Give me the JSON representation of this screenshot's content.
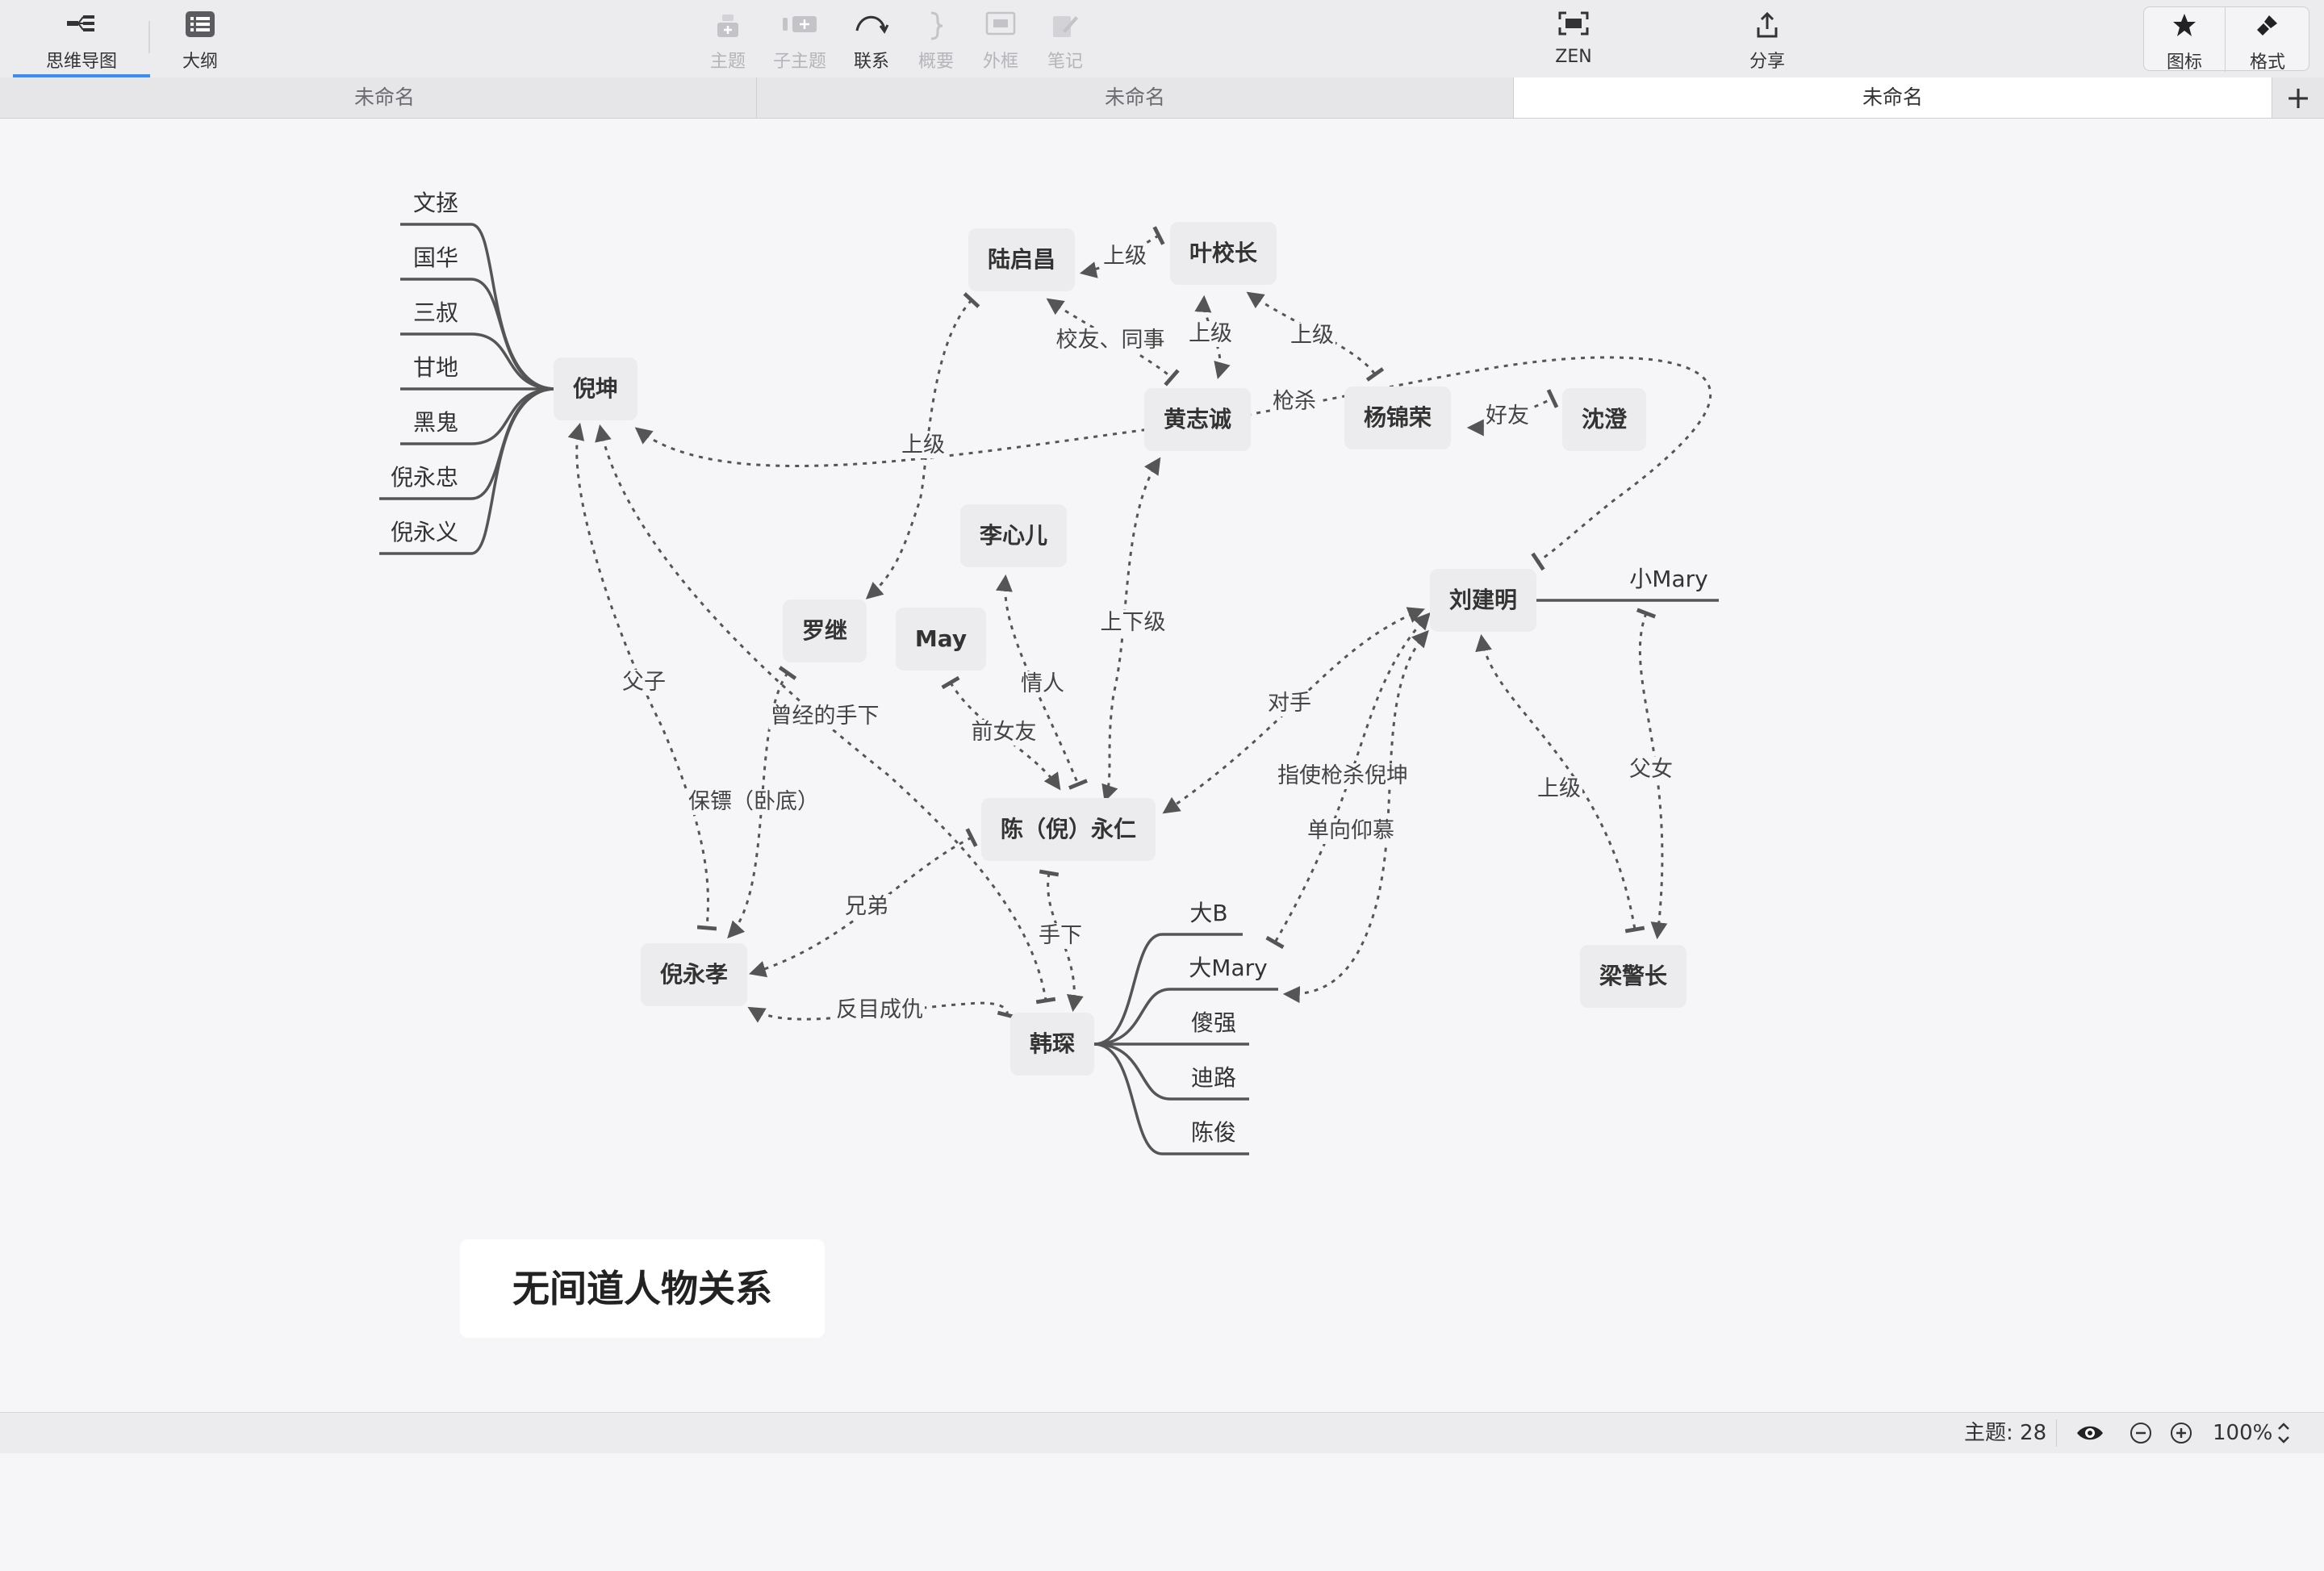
{
  "toolbar": {
    "mindmap": "思维导图",
    "outline": "大纲",
    "topic": "主题",
    "subtopic": "子主题",
    "relationship": "联系",
    "summary": "概要",
    "boundary": "外框",
    "notes": "笔记",
    "zen": "ZEN",
    "share": "分享",
    "icon": "图标",
    "format": "格式"
  },
  "tabs": [
    "未命名",
    "未命名",
    "未命名"
  ],
  "active_tab": 2,
  "add_tab": "+",
  "colors": {
    "accent": "#3d8ef0",
    "node_bg": "#ececee",
    "line": "#555555",
    "canvas_bg": "#f6f6f9"
  },
  "icons": {
    "mindmap": "mindmap-icon",
    "outline": "list-icon",
    "topic": "add-topic-icon",
    "subtopic": "add-subtopic-icon",
    "relationship": "curve-arrow-icon",
    "summary": "brace-icon",
    "boundary": "boundary-icon",
    "notes": "pencil-icon",
    "zen": "fullscreen-icon",
    "share": "share-icon",
    "icon": "star-icon",
    "format": "brush-icon"
  },
  "map": {
    "title": "无间道人物关系",
    "nodes": {
      "nikun": "倪坤",
      "luqichang": "陆启昌",
      "yexiaozhang": "叶校长",
      "huangzhicheng": "黄志诚",
      "yangjinrong": "杨锦荣",
      "shencheng": "沈澄",
      "lixiner": "李心儿",
      "luoji": "罗继",
      "may": "May",
      "liujianming": "刘建明",
      "chenyongren": "陈（倪）永仁",
      "niyongxiao": "倪永孝",
      "hanchen": "韩琛",
      "liangjingzhang": "梁警长"
    },
    "nikun_children": [
      "文拯",
      "国华",
      "三叔",
      "甘地",
      "黑鬼",
      "倪永忠",
      "倪永义"
    ],
    "hanchen_children": [
      "大B",
      "大Mary",
      "傻强",
      "迪路",
      "陈俊"
    ],
    "liujianming_children": [
      "小Mary"
    ],
    "relations": {
      "shangji1": "上级",
      "xiaoyou": "校友、同事",
      "shangji2": "上级",
      "shangji3": "上级",
      "qiangsha": "枪杀",
      "haoyou": "好友",
      "shangji4": "上级",
      "shangxiaji": "上下级",
      "qingren": "情人",
      "qiannvyou": "前女友",
      "duishou": "对手",
      "zhishi": "指使枪杀倪坤",
      "danxiang": "单向仰慕",
      "shangji5": "上级",
      "funv": "父女",
      "fuzi": "父子",
      "cengjing": "曾经的手下",
      "baobiao": "保镖（卧底）",
      "xiongdi": "兄弟",
      "shouxia": "手下",
      "fanmu": "反目成仇"
    }
  },
  "status": {
    "topic_count": "主题: 28",
    "zoom": "100%"
  }
}
